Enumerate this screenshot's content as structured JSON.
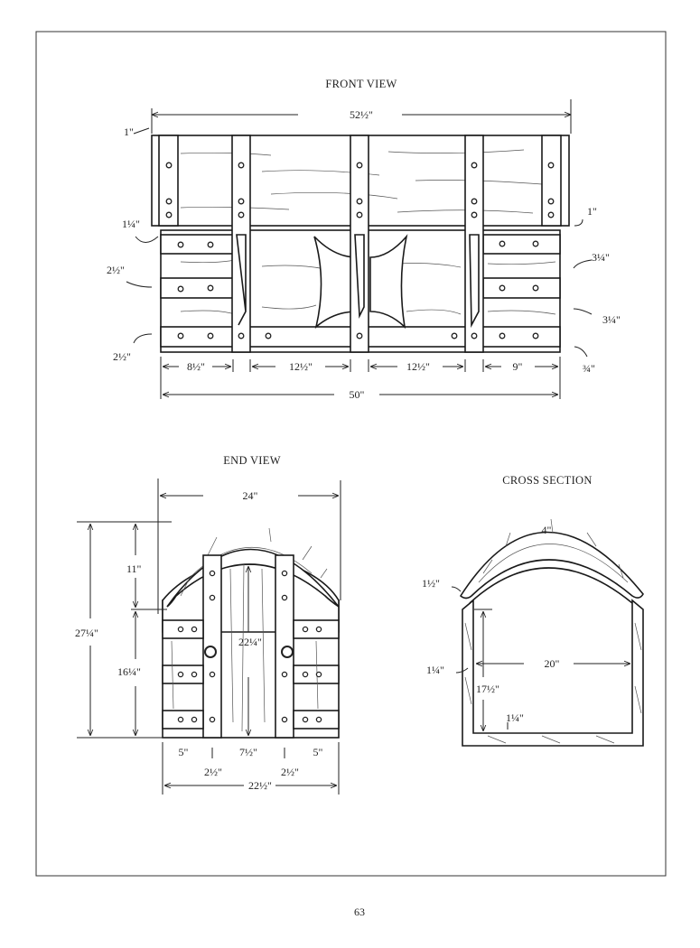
{
  "page_number": "63",
  "front_view": {
    "title": "FRONT VIEW",
    "dims": {
      "overall_lid_width": "52½\"",
      "lid_overhang_left": "1\"",
      "lid_overhang_right": "1\"",
      "lid_gap": "1¼\"",
      "band_left_mid": "2½\"",
      "band_left_bottom": "2½\"",
      "space_right_upper": "3¼\"",
      "space_right_lower": "3¼\"",
      "bottom_right": "¾\"",
      "seg1": "8½\"",
      "seg2": "12½\"",
      "seg3": "12½\"",
      "seg4": "9\"",
      "overall_body_width": "50\""
    }
  },
  "end_view": {
    "title": "END VIEW",
    "dims": {
      "overall_width": "24\"",
      "overall_height": "27¼\"",
      "lid_height": "11\"",
      "body_height": "16¼\"",
      "inner_height": "22¼\"",
      "left": "5\"",
      "center": "7½\"",
      "right": "5\"",
      "strap_left": "2½\"",
      "strap_right": "2½\"",
      "body_width": "22½\""
    }
  },
  "cross_section": {
    "title": "CROSS SECTION",
    "dims": {
      "lid_thickness": "4\"",
      "lid_edge": "1½\"",
      "wall": "1¼\"",
      "inner_width": "20\"",
      "inner_height": "17½\"",
      "floor": "1¼\""
    }
  }
}
